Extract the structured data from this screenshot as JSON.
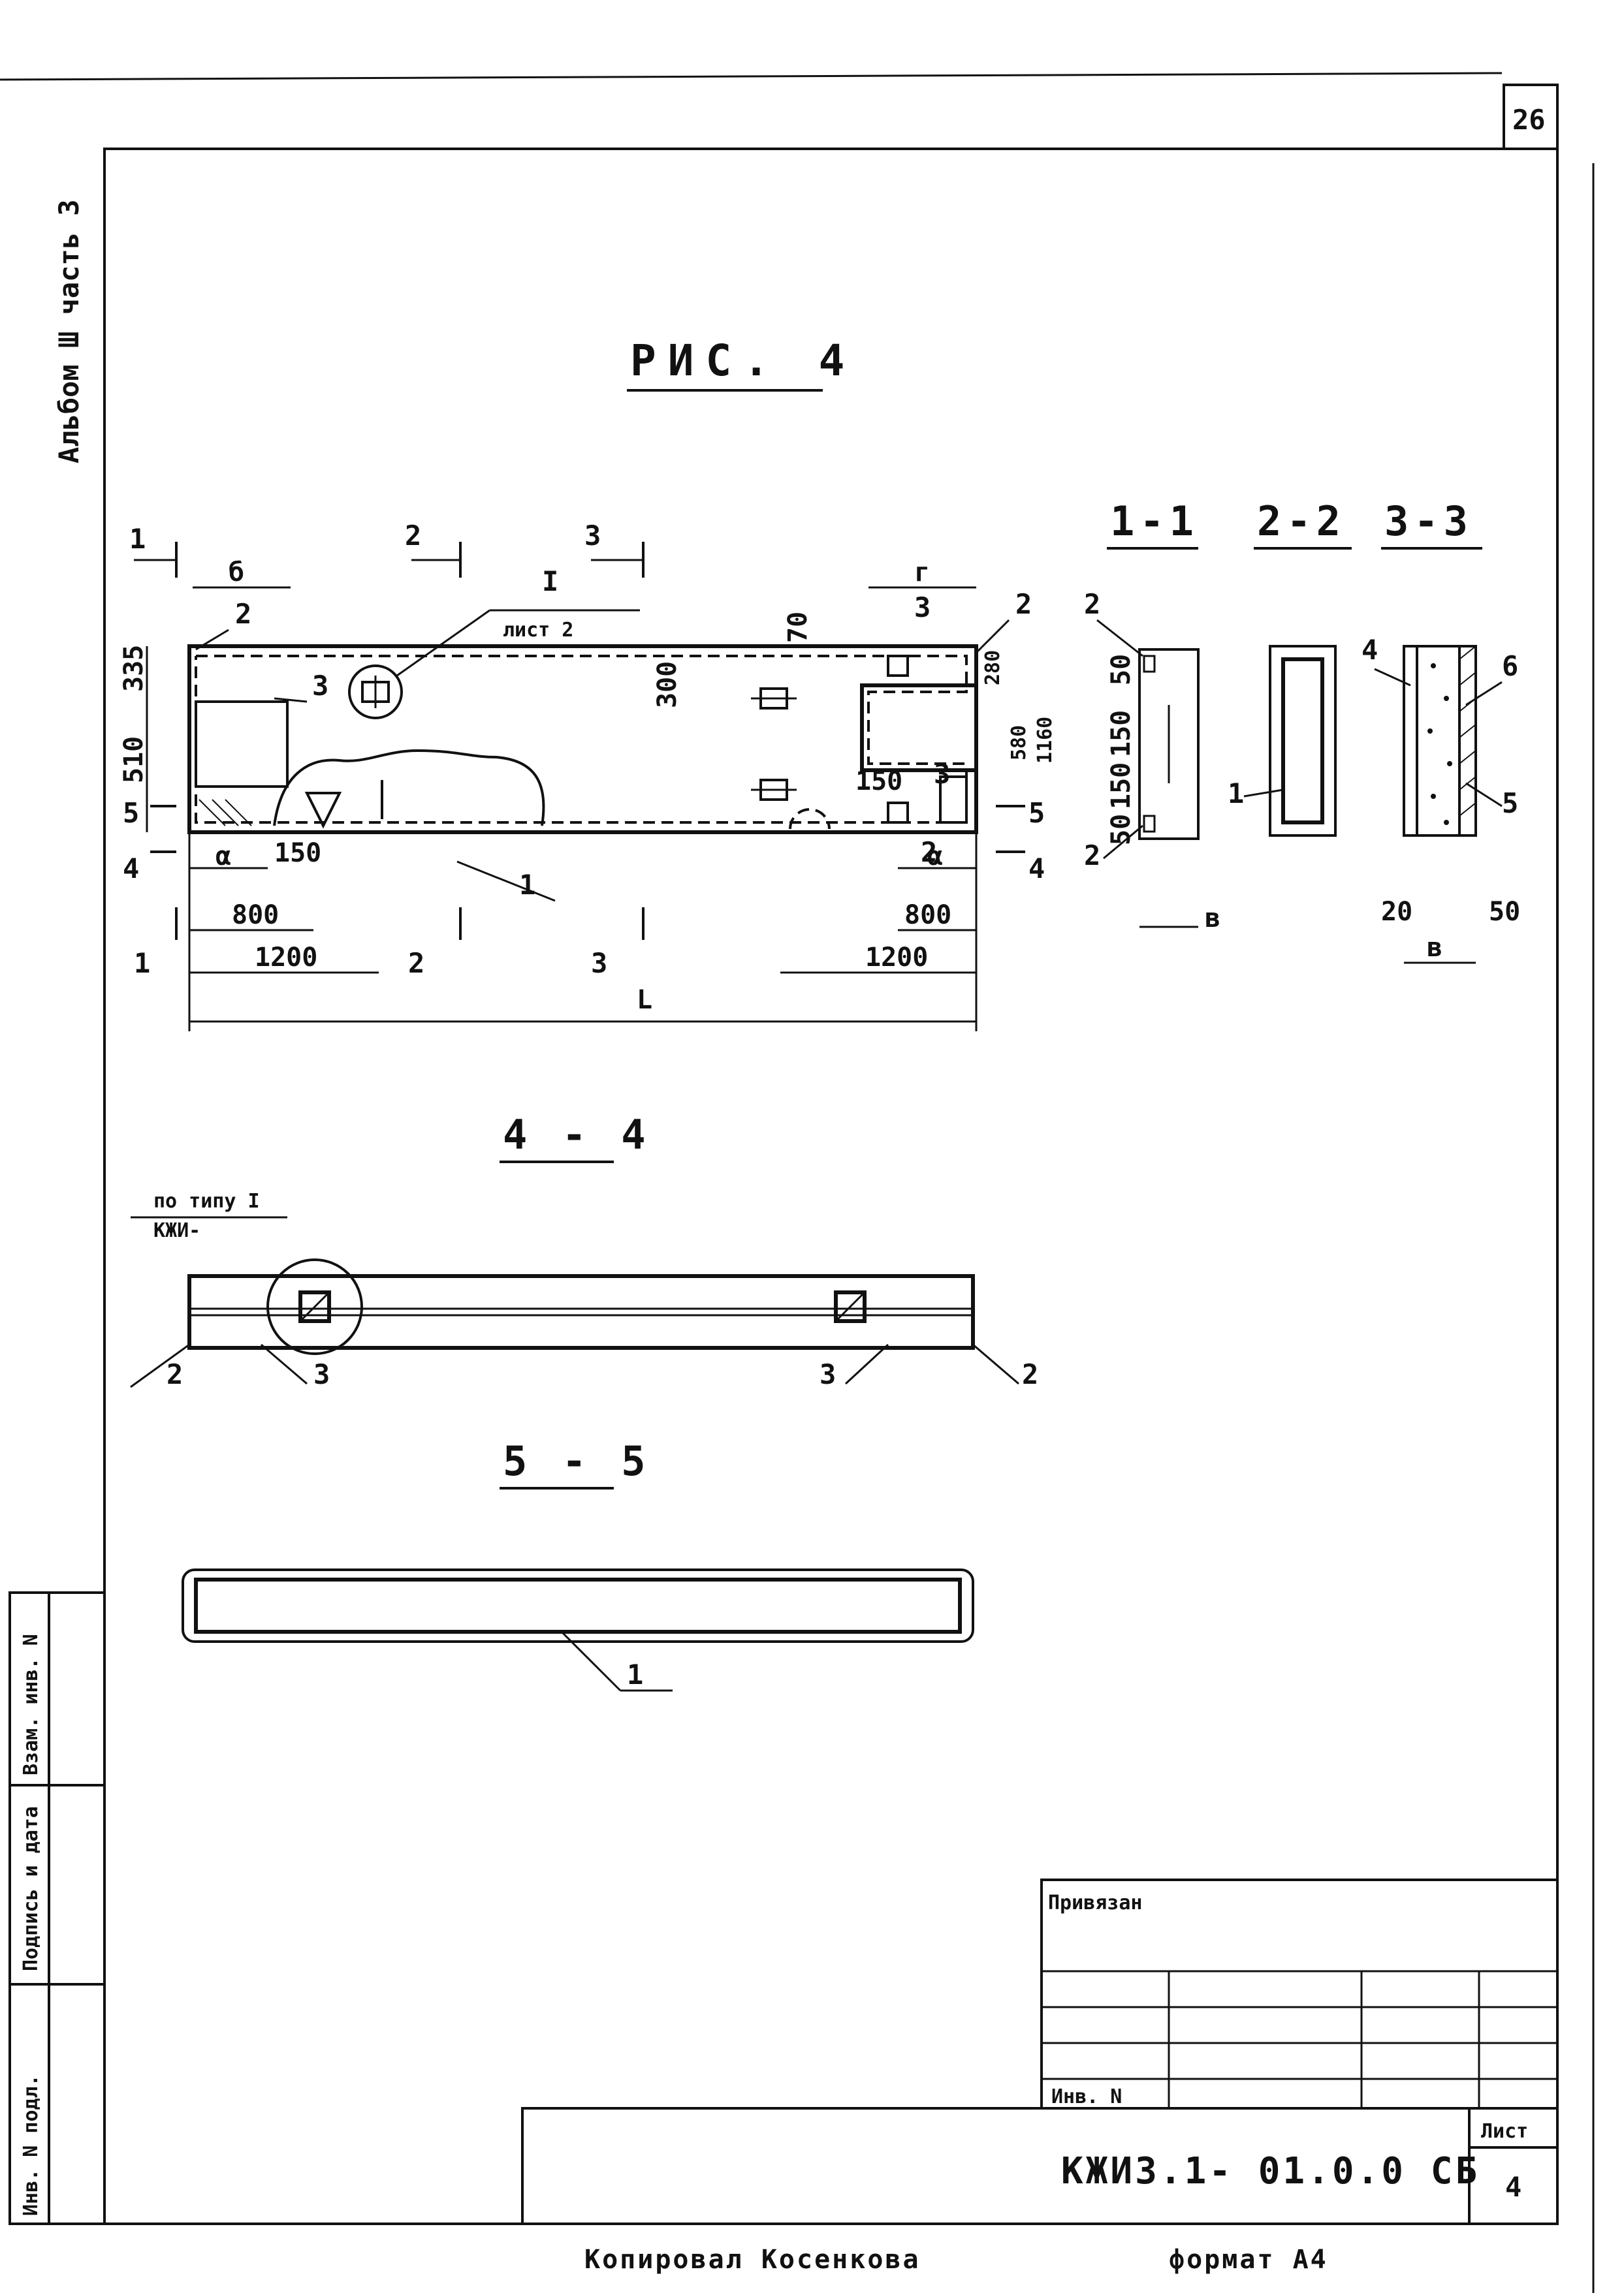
{
  "sheet_number_corner": "26",
  "album_note": "Альбом Ш часть 3",
  "figure_title": "РИС. 4",
  "elevation": {
    "section_marks": [
      "1",
      "2",
      "3",
      "1",
      "2",
      "3",
      "4",
      "5",
      "4",
      "5"
    ],
    "node_label": "I",
    "node_ref": "лист 2",
    "dims": {
      "b": "б",
      "g": "г",
      "d335": "335",
      "d510": "510",
      "d300": "300",
      "d70": "70",
      "d280": "280",
      "d580": "580",
      "d1160": "1160",
      "d150a": "150",
      "d150b": "150",
      "d800a": "800",
      "d800b": "800",
      "d1200a": "1200",
      "d1200b": "1200",
      "L": "L",
      "a1": "α",
      "a2": "α"
    },
    "callouts": [
      "2",
      "3",
      "1",
      "2",
      "3",
      "2",
      "3"
    ]
  },
  "section_titles": [
    "1-1",
    "2-2",
    "3-3"
  ],
  "section_1_1": {
    "dims": [
      "50",
      "150",
      "150",
      "50"
    ],
    "callouts": [
      "2",
      "1",
      "2"
    ],
    "width_label": "в"
  },
  "section_3_3": {
    "callouts": [
      "4",
      "6",
      "5"
    ],
    "dims": [
      "20",
      "в",
      "50"
    ]
  },
  "section_4_4": {
    "title": "4 - 4",
    "note_line1": "по типу I",
    "note_line2": "КЖИ-",
    "callouts": [
      "2",
      "3",
      "3",
      "2"
    ]
  },
  "section_5_5": {
    "title": "5 - 5",
    "callout": "1"
  },
  "left_stamp": {
    "cells": [
      "Инв. N подл.",
      "Подпись и дата",
      "Взам. инв. N"
    ]
  },
  "title_block": {
    "privyazan": "Привязан",
    "inv_no": "Инв. N",
    "designation": "КЖИ3.1- 01.0.0 СБ",
    "sheet_label": "Лист",
    "sheet_value": "4"
  },
  "footer": {
    "copied_by": "Копировал Косенкова",
    "format": "формат А4"
  }
}
